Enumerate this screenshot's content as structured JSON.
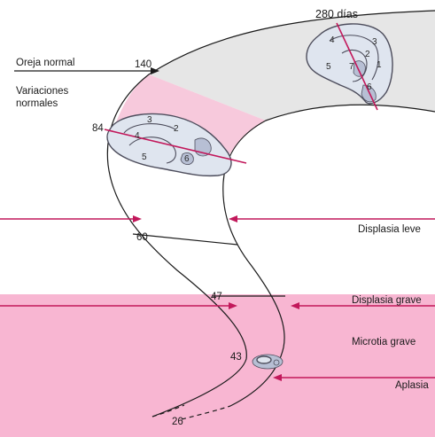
{
  "colors": {
    "pink_zone": "#f8b6d2",
    "pink_band": "#f7c9dc",
    "gray_band": "#e6e6e6",
    "magenta_line": "#c2185b",
    "outline": "#1a1a1a"
  },
  "labels": {
    "age_280": "280 días",
    "age_140": "140",
    "age_84": "84",
    "age_60": "60",
    "age_47": "47",
    "age_43": "43",
    "age_26": "26",
    "normal_ear": "Oreja normal",
    "normal_variations": "Variaciones normales"
  },
  "zones": {
    "mild_dysplasia": "Displasia leve",
    "severe_dysplasia": "Displasia grave",
    "severe_microtia": "Microtia grave",
    "aplasia": "Aplasia"
  },
  "ear_280": {
    "parts": [
      "1",
      "2",
      "3",
      "4",
      "5",
      "6",
      "7"
    ]
  },
  "ear_84": {
    "parts": [
      "2",
      "3",
      "4",
      "5",
      "6"
    ]
  }
}
